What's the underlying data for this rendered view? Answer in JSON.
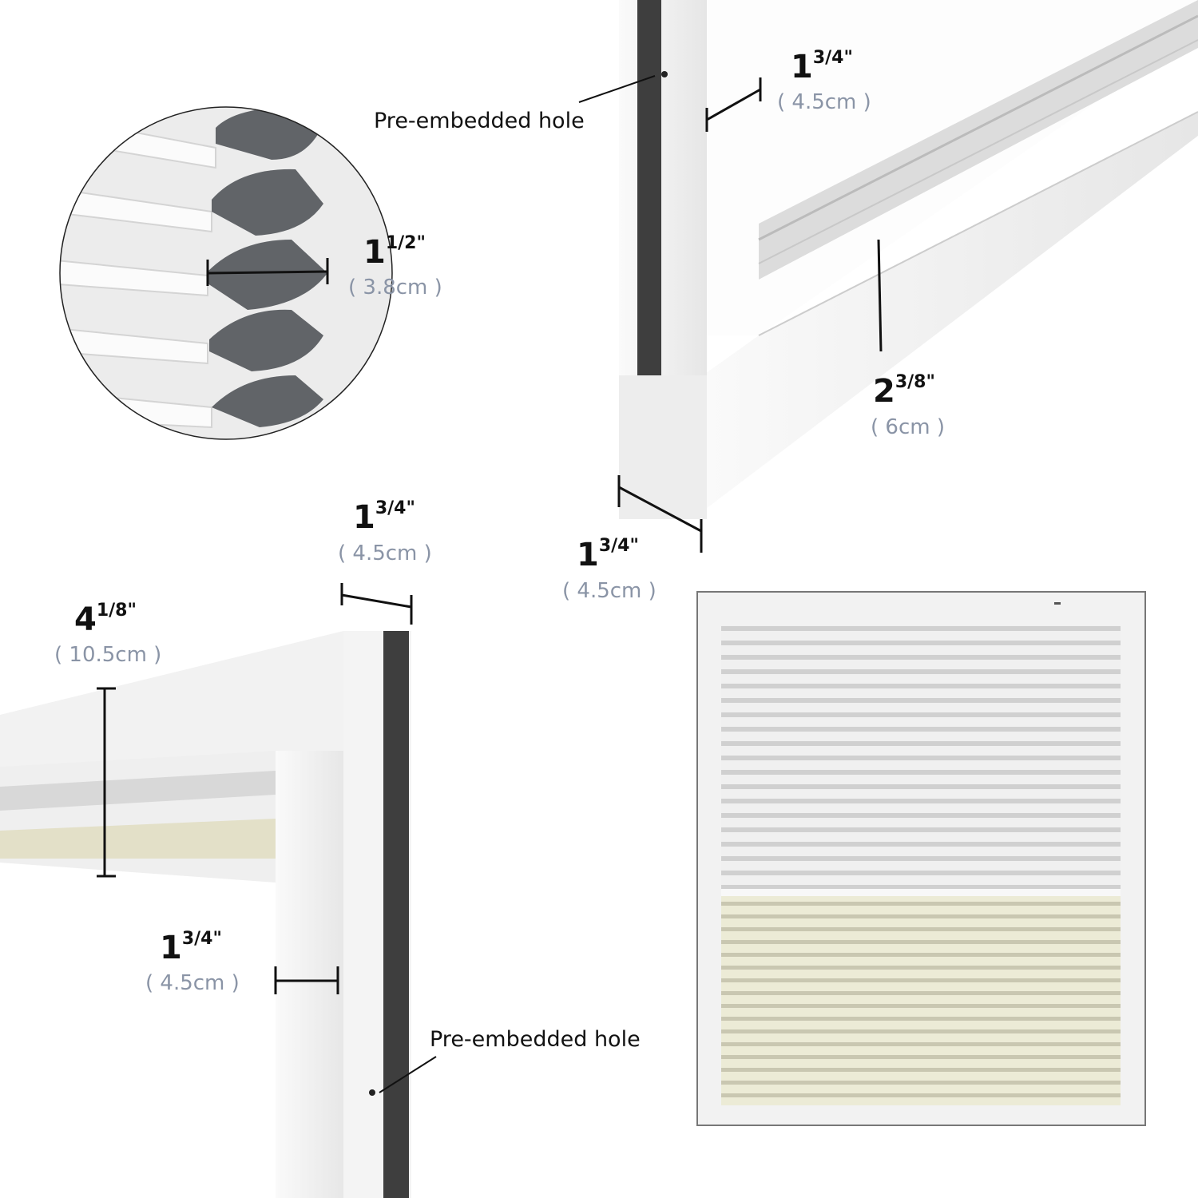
{
  "colors": {
    "measure_line": "#111111",
    "metric_text": "#8a94a6",
    "frame_white": "#f4f4f4",
    "brush_seal": "#3e3e3e",
    "cell_gray": "#616468",
    "shade_white": "#e3e3e3",
    "shade_cream": "#d9d7bf"
  },
  "callouts": {
    "cell_width": {
      "whole": "1",
      "frac": "1/2\"",
      "metric": "( 3.8cm )"
    },
    "top_rail_width": {
      "whole": "1",
      "frac": "3/4\"",
      "metric": "( 4.5cm )"
    },
    "top_rail_depth": {
      "whole": "2",
      "frac": "3/8\"",
      "metric": "( 6cm )"
    },
    "top_profile_depth": {
      "whole": "1",
      "frac": "3/4\"",
      "metric": "( 4.5cm )"
    },
    "bottom_profile_depth": {
      "whole": "1",
      "frac": "3/4\"",
      "metric": "( 4.5cm )"
    },
    "head_rail_height": {
      "whole": "4",
      "frac": "1/8\"",
      "metric": "( 10.5cm )"
    },
    "side_rail_width": {
      "whole": "1",
      "frac": "3/4\"",
      "metric": "( 4.5cm )"
    }
  },
  "labels": {
    "hole_top": "Pre-embedded hole",
    "hole_bottom": "Pre-embedded hole"
  }
}
